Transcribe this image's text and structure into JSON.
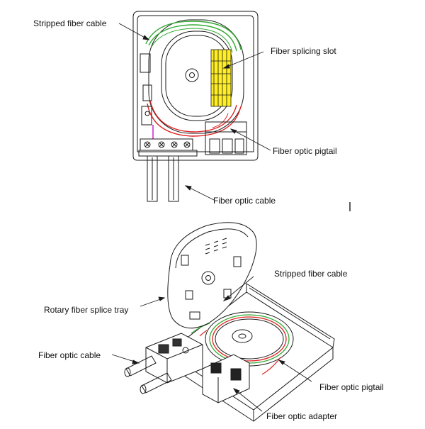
{
  "top_diagram": {
    "labels": {
      "stripped_fiber_cable": "Stripped fiber cable",
      "fiber_splicing_slot": "Fiber splicing slot",
      "fiber_optic_pigtail": "Fiber optic pigtail",
      "fiber_optic_cable": "Fiber optic  cable"
    }
  },
  "bottom_diagram": {
    "labels": {
      "stripped_fiber_cable": "Stripped fiber cable",
      "rotary_fiber_splice_tray": "Rotary fiber splice tray",
      "fiber_optic_cable": "Fiber optic  cable",
      "fiber_optic_pigtail": "Fiber optic pigtail",
      "fiber_optic_adapter": "Fiber optic adapter"
    }
  },
  "colors": {
    "line": "#1a1a1a",
    "fiber_green": "#33aa33",
    "fiber_red": "#dd2222",
    "splice_yellow": "#ffee22",
    "fiber_magenta": "#cc22cc"
  }
}
